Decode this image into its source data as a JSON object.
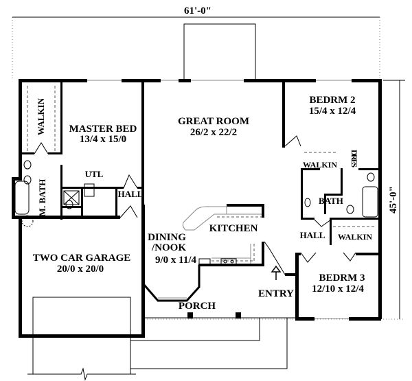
{
  "dimensions": {
    "width": "61'-0\"",
    "depth": "45'-0\""
  },
  "rooms": [
    {
      "id": "master-walkin",
      "name": "WALKIN"
    },
    {
      "id": "master-bed",
      "name": "MASTER BED",
      "size": "13/4 x 15/0"
    },
    {
      "id": "great-room",
      "name": "GREAT ROOM",
      "size": "26/2 x 22/2"
    },
    {
      "id": "bedroom-2",
      "name": "BEDRM 2",
      "size": "15/4 x 12/4"
    },
    {
      "id": "bedroom-2-walkin",
      "name": "WALKIN"
    },
    {
      "id": "dresser",
      "name": "DRES"
    },
    {
      "id": "master-bath",
      "name": "M. BATH"
    },
    {
      "id": "utility",
      "name": "UTL"
    },
    {
      "id": "hall-left",
      "name": "HALL"
    },
    {
      "id": "bath",
      "name": "BATH"
    },
    {
      "id": "kitchen",
      "name": "KITCHEN"
    },
    {
      "id": "dining-nook",
      "name": "DINING",
      "name2": "/NOOK",
      "size": "9/0 x 11/4"
    },
    {
      "id": "hall-right",
      "name": "HALL"
    },
    {
      "id": "bedroom-3-walkin",
      "name": "WALKIN"
    },
    {
      "id": "garage",
      "name": "TWO CAR GARAGE",
      "size": "20/0 x 20/0"
    },
    {
      "id": "bedroom-3",
      "name": "BEDRM 3",
      "size": "12/10 x 12/4"
    },
    {
      "id": "entry",
      "name": "ENTRY"
    },
    {
      "id": "porch",
      "name": "PORCH"
    }
  ]
}
